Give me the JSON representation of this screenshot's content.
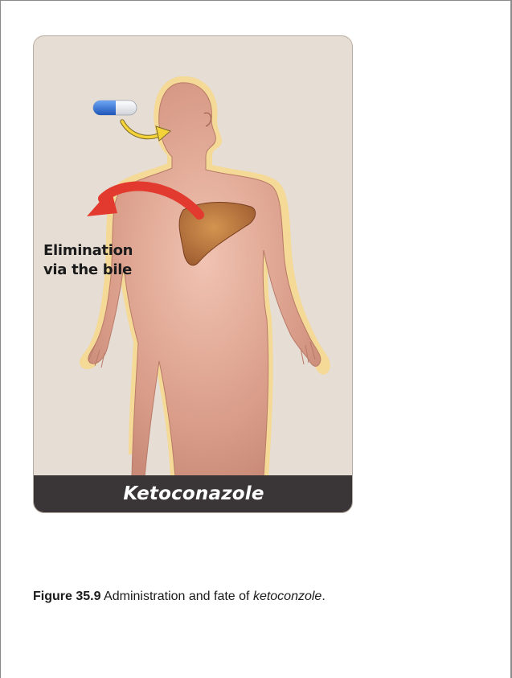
{
  "figure": {
    "elimination_line1": "Elimination",
    "elimination_line2": "via the bile",
    "drug_name": "Ketoconazole",
    "icons": [
      "capsule-icon",
      "oral-route-arrow-icon",
      "human-body-illustration",
      "liver-icon",
      "elimination-arrow-icon"
    ],
    "colors": {
      "background": "#e6ddd4",
      "body": "#d8a08e",
      "glow": "#f7d78a",
      "liver": "#b8703e",
      "arrow_red": "#e23a2e",
      "arrow_yellow": "#f4d33a",
      "capsule_blue": "#2f6fd6",
      "banner": "#3a3637"
    }
  },
  "caption": {
    "label": "Figure 35.9",
    "text": " Administration and fate of ",
    "drug": "ketoconzole",
    "end": "."
  }
}
